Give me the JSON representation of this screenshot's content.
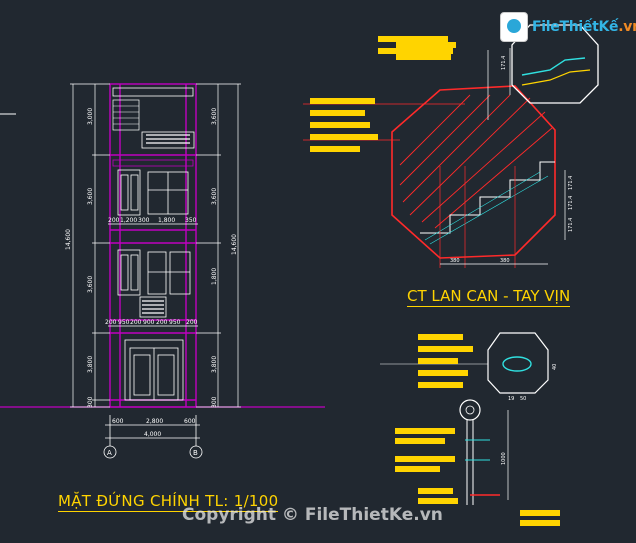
{
  "logo": {
    "name_part1": "File",
    "name_part2": "ThiếtKế",
    "name_part3": ".vn"
  },
  "drawing": {
    "elevation_title": "MẶT ĐỨNG CHÍNH TL: 1/100",
    "detail_title": "CT LAN CAN - TAY VỊN",
    "total_height": "14,600",
    "floor_heights": [
      "3,000",
      "3,600",
      "3,600",
      "3,800",
      "300"
    ],
    "opening_dims": [
      "200",
      "1,200",
      "300",
      "1,800",
      "350"
    ],
    "lower_opening_dims": [
      "200",
      "950",
      "200",
      "900",
      "200",
      "950",
      "200"
    ],
    "base_dims": [
      "600",
      "2,800",
      "600"
    ],
    "total_width": "4,000",
    "grid_labels": [
      "A",
      "B"
    ],
    "vertical_dims_right": [
      "3,600",
      "3,600",
      "1,800",
      "3,800",
      "300"
    ],
    "stair_dims": [
      "380",
      "380",
      "171.4",
      "171.4",
      "171.4"
    ],
    "handrail_dims": [
      "19",
      "50",
      "40",
      "1000"
    ],
    "detail_small_dim": "171.4"
  },
  "colors": {
    "background": "#212830",
    "building_outline": "#c000c0",
    "dimension": "#ffffff",
    "annotation": "#ffd400",
    "detail_red": "#ff2a2a",
    "hatch_cyan": "#30e0e0"
  },
  "watermark": "Copyright © FileThietKe.vn"
}
